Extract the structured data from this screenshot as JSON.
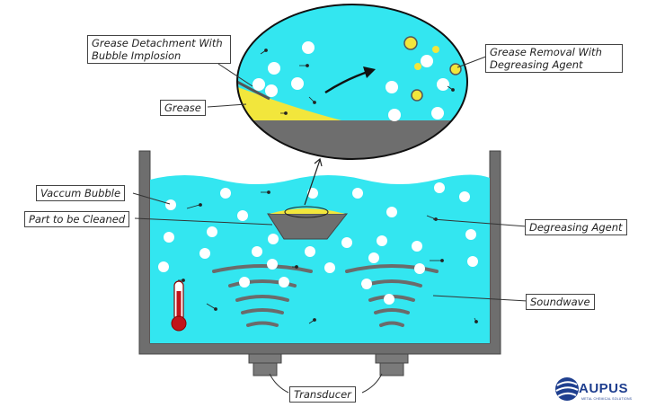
{
  "labels": {
    "grease_detachment": "Grease Detachment With Bubble Implosion",
    "grease_removal": "Grease Removal With Degreasing Agent",
    "grease": "Grease",
    "vaccum_bubble": "Vaccum Bubble",
    "part_to_be_cleaned": "Part to be Cleaned",
    "degreasing_agent": "Degreasing Agent",
    "soundwave": "Soundwave",
    "transducer": "Transducer"
  },
  "logo": {
    "name": "AUPUS",
    "tagline": "METAL CHEMICAL SOLUTIONS"
  },
  "colors": {
    "liquid": "#33e6f0",
    "tank": "#6e6e6e",
    "grease": "#f2e63c",
    "bubble": "#ffffff",
    "wave": "#6b6b6b",
    "thermometer": "#c0141a",
    "logo": "#1f3f8f"
  }
}
